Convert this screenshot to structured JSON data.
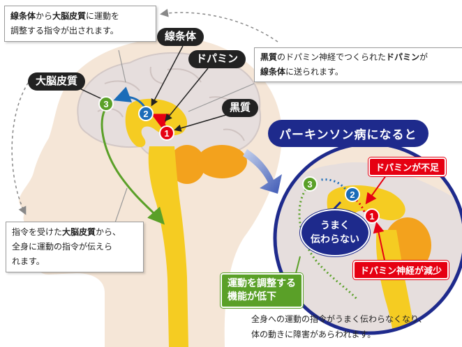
{
  "callouts": {
    "top_left": {
      "p1": "線条体",
      "p2": "から",
      "p3": "大脳皮質",
      "p4": "に運動を",
      "line2": "調整する指令が出されます。"
    },
    "top_right": {
      "p1": "黒質",
      "p2": "のドパミン神経でつくられた",
      "p3": "ドパミン",
      "p4": "が",
      "p5": "線条体",
      "p6": "に送られます。"
    },
    "bottom_left": {
      "line1a": "指令を受けた",
      "line1b": "大脳皮質",
      "line1c": "から、",
      "line2": "全身に運動の指令が伝えら",
      "line3": "れます。"
    }
  },
  "labels": {
    "striatum": "線条体",
    "dopamine": "ドパミン",
    "cortex": "大脳皮質",
    "substantia_nigra": "黒質"
  },
  "markers": {
    "one": "1",
    "two": "2",
    "three": "3"
  },
  "parkinson": {
    "banner": "パーキンソン病になると",
    "dopamine_shortage": "ドパミンが不足",
    "neuron_decrease": "ドパミン神経が減少",
    "not_transmitted_line1": "うまく",
    "not_transmitted_line2": "伝わらない",
    "function_line1": "運動を調整する",
    "function_line2": "機能が低下",
    "caption_line1": "全身への運動の指令がうまく伝わらなくなり、",
    "caption_line2": "体の動きに障害があらわれます。"
  },
  "colors": {
    "yellow": "#f5cc22",
    "orange": "#f3a21d",
    "red": "#e60012",
    "blue": "#1b6cb8",
    "green": "#5aa028",
    "navy": "#1e2a8c",
    "skin": "#f5e6d7",
    "brain": "#e6dedd"
  }
}
